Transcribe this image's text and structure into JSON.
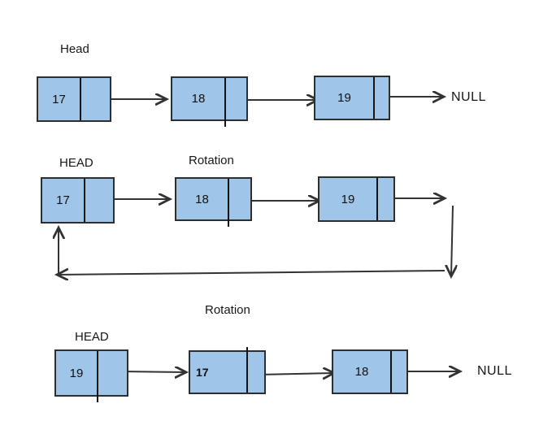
{
  "diagram": {
    "type": "linked-list-rotation",
    "colors": {
      "node_fill": "#9FC5E8",
      "node_border": "#2E2E2E",
      "arrow": "#333333",
      "text": "#1A1A1A"
    },
    "rows": [
      {
        "label": "Head",
        "sublabel": "",
        "nodes": [
          "17",
          "18",
          "19"
        ],
        "terminal": "NULL"
      },
      {
        "label": "HEAD",
        "sublabel": "Rotation",
        "nodes": [
          "17",
          "18",
          "19"
        ],
        "terminal": ""
      },
      {
        "label": "HEAD",
        "sublabel": "Rotation",
        "nodes": [
          "19",
          "17",
          "18"
        ],
        "terminal": "NULL"
      }
    ]
  }
}
